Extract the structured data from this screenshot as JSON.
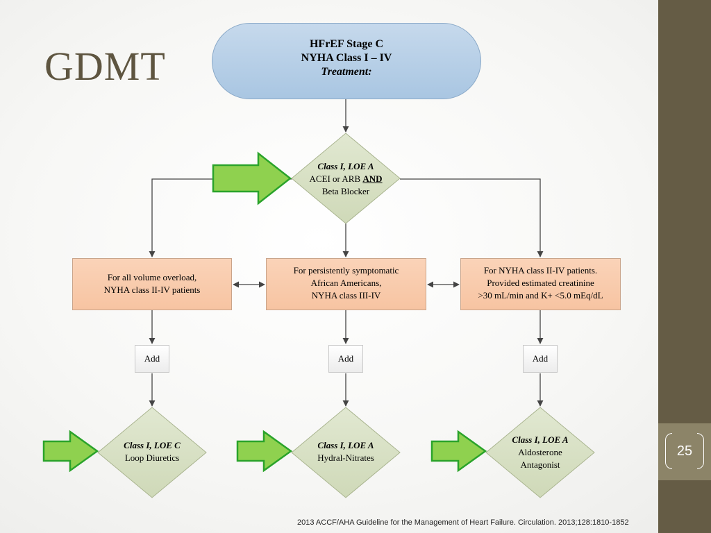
{
  "slide": {
    "title": "GDMT",
    "page_number": "25",
    "citation": "2013 ACCF/AHA Guideline for the Management of Heart Failure. Circulation. 2013;128:1810-1852"
  },
  "colors": {
    "title": "#5e5540",
    "sidebar": "#655c45",
    "sidebar_band": "#8c8468",
    "start_fill": "#a9c6e2",
    "decision_fill": "#d7e0c3",
    "box_fill": "#f7c4a2",
    "arrow_fill": "#8fd14f",
    "arrow_stroke": "#2aa32a"
  },
  "diagram": {
    "start": {
      "line1": "HFrEF Stage C",
      "line2": "NYHA Class I – IV",
      "line3": "Treatment:"
    },
    "top_decision": {
      "class": "Class I, LOE A",
      "line1": "ACEI or ARB",
      "and": "AND",
      "line2": "Beta Blocker"
    },
    "criteria": [
      {
        "lines": [
          "For all volume overload,",
          "NYHA class II-IV patients"
        ]
      },
      {
        "lines": [
          "For persistently symptomatic",
          "African Americans,",
          "NYHA class III-IV"
        ]
      },
      {
        "lines": [
          "For NYHA class II-IV patients.",
          "Provided  estimated creatinine",
          ">30 mL/min and K+ <5.0 mEq/dL"
        ]
      }
    ],
    "add_label": "Add",
    "therapies": [
      {
        "class": "Class I, LOE C",
        "lines": [
          "Loop Diuretics"
        ]
      },
      {
        "class": "Class I, LOE A",
        "lines": [
          "Hydral-Nitrates"
        ]
      },
      {
        "class": "Class I, LOE A",
        "lines": [
          "Aldosterone",
          "Antagonist"
        ]
      }
    ]
  }
}
